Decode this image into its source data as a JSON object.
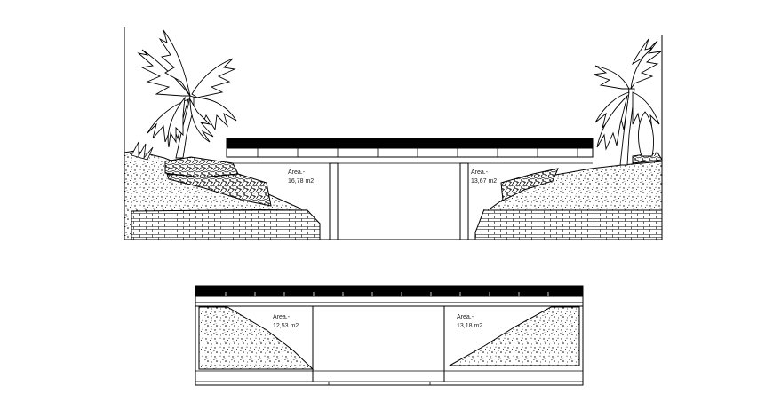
{
  "upper_section": {
    "left_area": {
      "label": "Area.-",
      "value": "16,78 m2"
    },
    "right_area": {
      "label": "Area.-",
      "value": "13,67 m2"
    }
  },
  "lower_section": {
    "left_area": {
      "label": "Area.-",
      "value": "12,53 m2"
    },
    "right_area": {
      "label": "Area.-",
      "value": "13,18 m2"
    }
  },
  "colors": {
    "ink": "#000000",
    "paper": "#ffffff"
  }
}
